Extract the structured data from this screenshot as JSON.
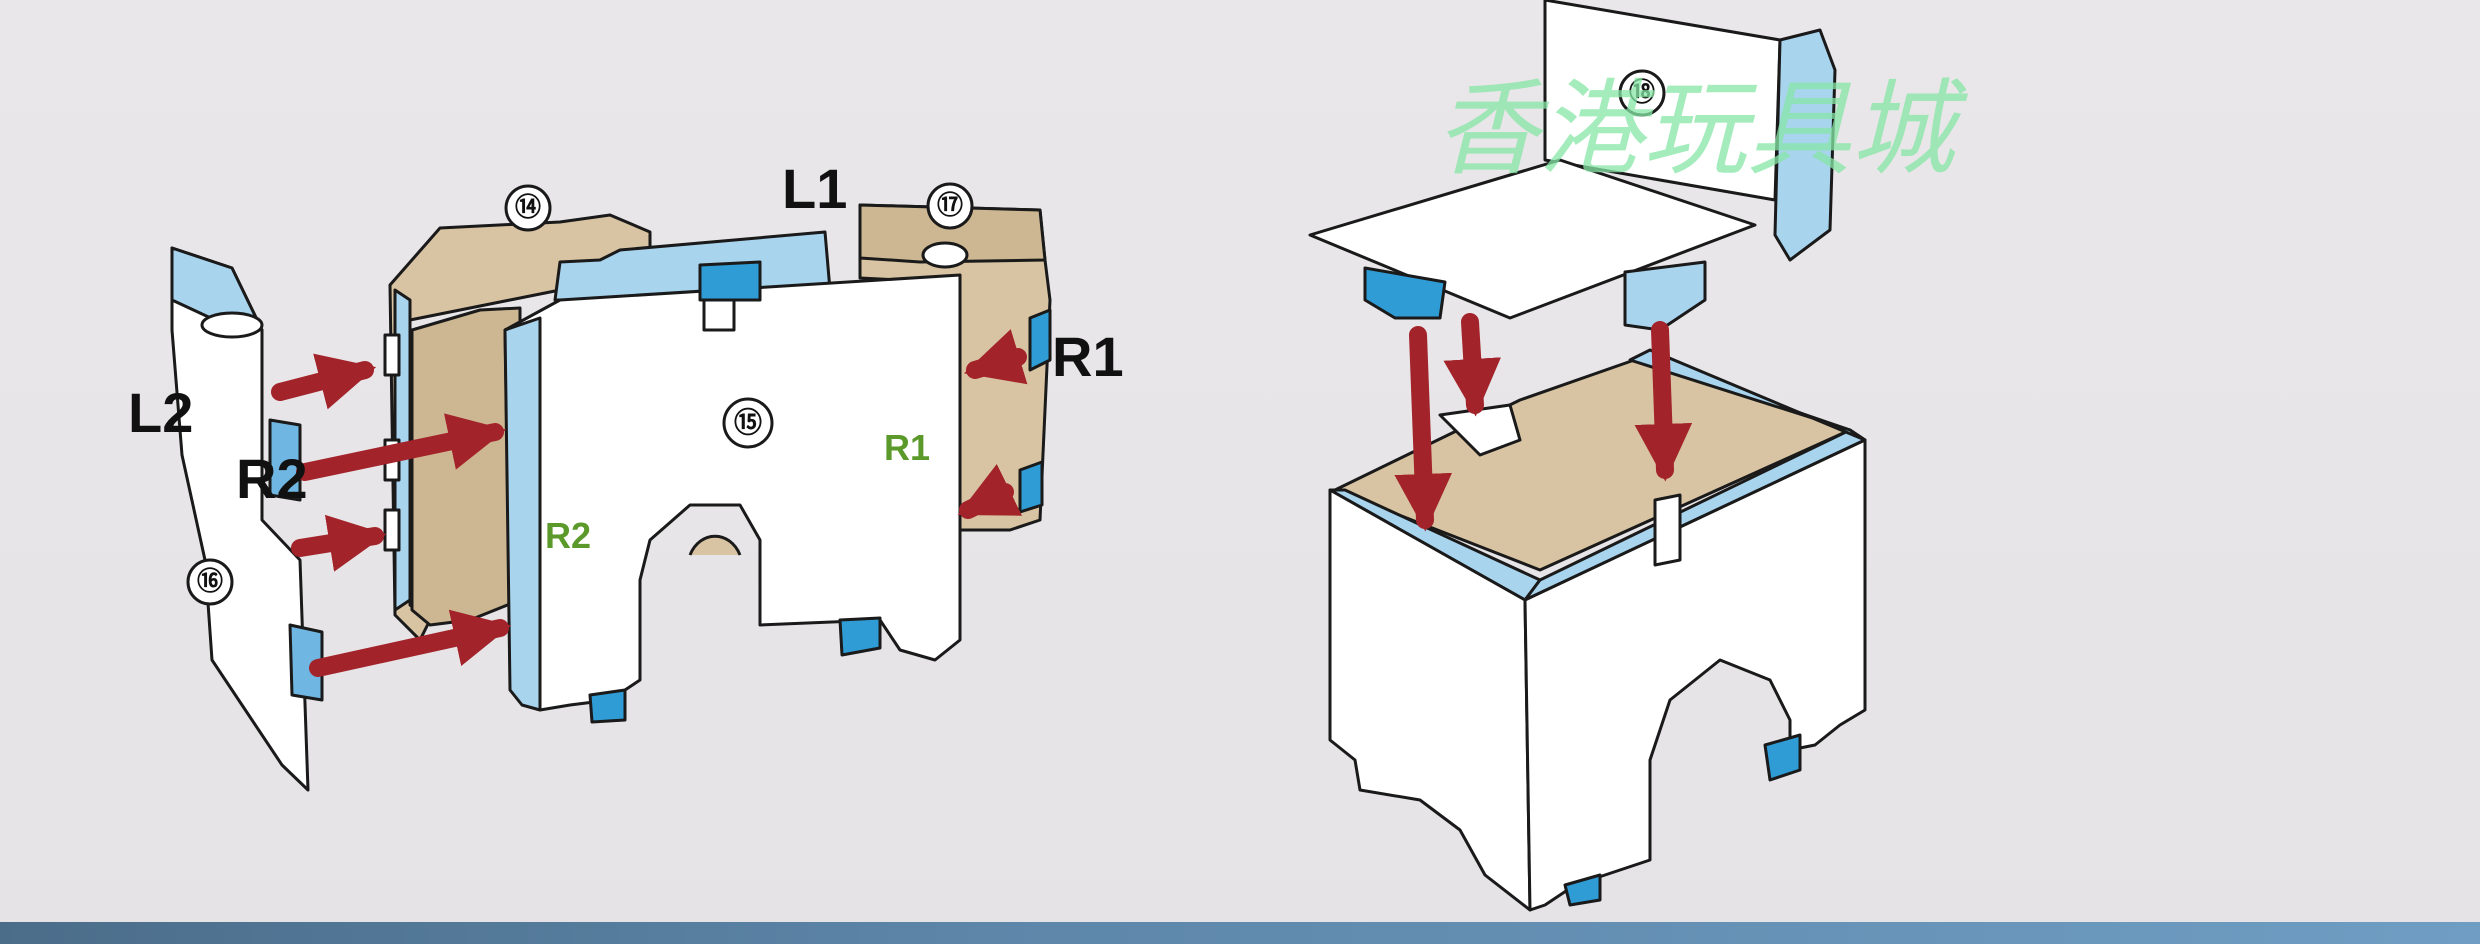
{
  "colors": {
    "background": "#e8e6e8",
    "panel_white": "#ffffff",
    "tab_blue": "#a9d4ee",
    "tab_blue_dark": "#2f9cd6",
    "cardboard": "#d8c4a2",
    "arrow_red": "#a3232a",
    "outline": "#1a1a1a",
    "label_green": "#5b9a2a",
    "watermark_green": "#86e6a6"
  },
  "watermark": {
    "text": "香港玩具城"
  },
  "left_assembly": {
    "labels": {
      "L2": "L2",
      "R2_side": "R2",
      "L1": "L1",
      "R1_side": "R1",
      "R1_panel": "R1",
      "R2_panel": "R2"
    },
    "parts": {
      "p14": "⑭",
      "p15": "⑮",
      "p16": "⑯",
      "p17": "⑰"
    }
  },
  "right_assembly": {
    "parts": {
      "p18": "⑱"
    }
  }
}
